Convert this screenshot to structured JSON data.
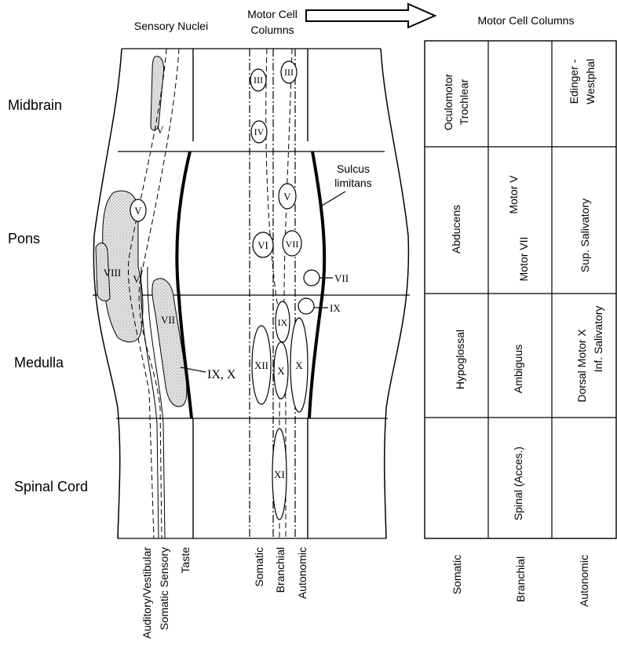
{
  "headers": {
    "sensory_nuclei": "Sensory Nuclei",
    "motor_cell_columns_line1": "Motor Cell",
    "motor_cell_columns_line2": "Columns",
    "motor_cell_columns_right": "Motor Cell Columns"
  },
  "regions": [
    "Midbrain",
    "Pons",
    "Medulla",
    "Spinal Cord"
  ],
  "brainstem_labels": {
    "sulcus_limitans_line1": "Sulcus",
    "sulcus_limitans_line2": "limitans",
    "nuclei": {
      "v_top": "V",
      "v_mid": "V",
      "v_low": "V",
      "viii": "VIII",
      "vii_sensory": "VII",
      "ix_x": "IX, X",
      "iii_somatic": "III",
      "iii_autonomic": "III",
      "iv": "IV",
      "v_motor": "V",
      "vi": "VI",
      "vii_branchial": "VII",
      "vii_autonomic": "VII",
      "ix_autonomic": "IX",
      "ix_branchial": "IX",
      "xii": "XII",
      "x_branchial": "X",
      "x_autonomic": "X",
      "xi": "XI"
    }
  },
  "bottom_labels_left": [
    "Auditory/Vestibular",
    "Somatic Sensory",
    "Taste",
    "Somatic",
    "Branchial",
    "Autonomic"
  ],
  "table": {
    "midbrain": {
      "somatic_1": "Oculomotor",
      "somatic_2": "Trochlear",
      "branchial": "",
      "autonomic_1": "Edinger -",
      "autonomic_2": "Westphal"
    },
    "pons": {
      "somatic": "Abducens",
      "branchial_1": "Motor V",
      "branchial_2": "Motor VII",
      "autonomic": "Sup. Salivatory"
    },
    "medulla": {
      "somatic": "Hypoglossal",
      "branchial": "Ambiguus",
      "autonomic_1": "Dorsal Motor X",
      "autonomic_2": "Inf. Salivatory"
    },
    "spinal": {
      "somatic": "",
      "branchial": "Spinal (Acces.)",
      "autonomic": ""
    }
  },
  "bottom_labels_right": [
    "Somatic",
    "Branchial",
    "Autonomic"
  ]
}
